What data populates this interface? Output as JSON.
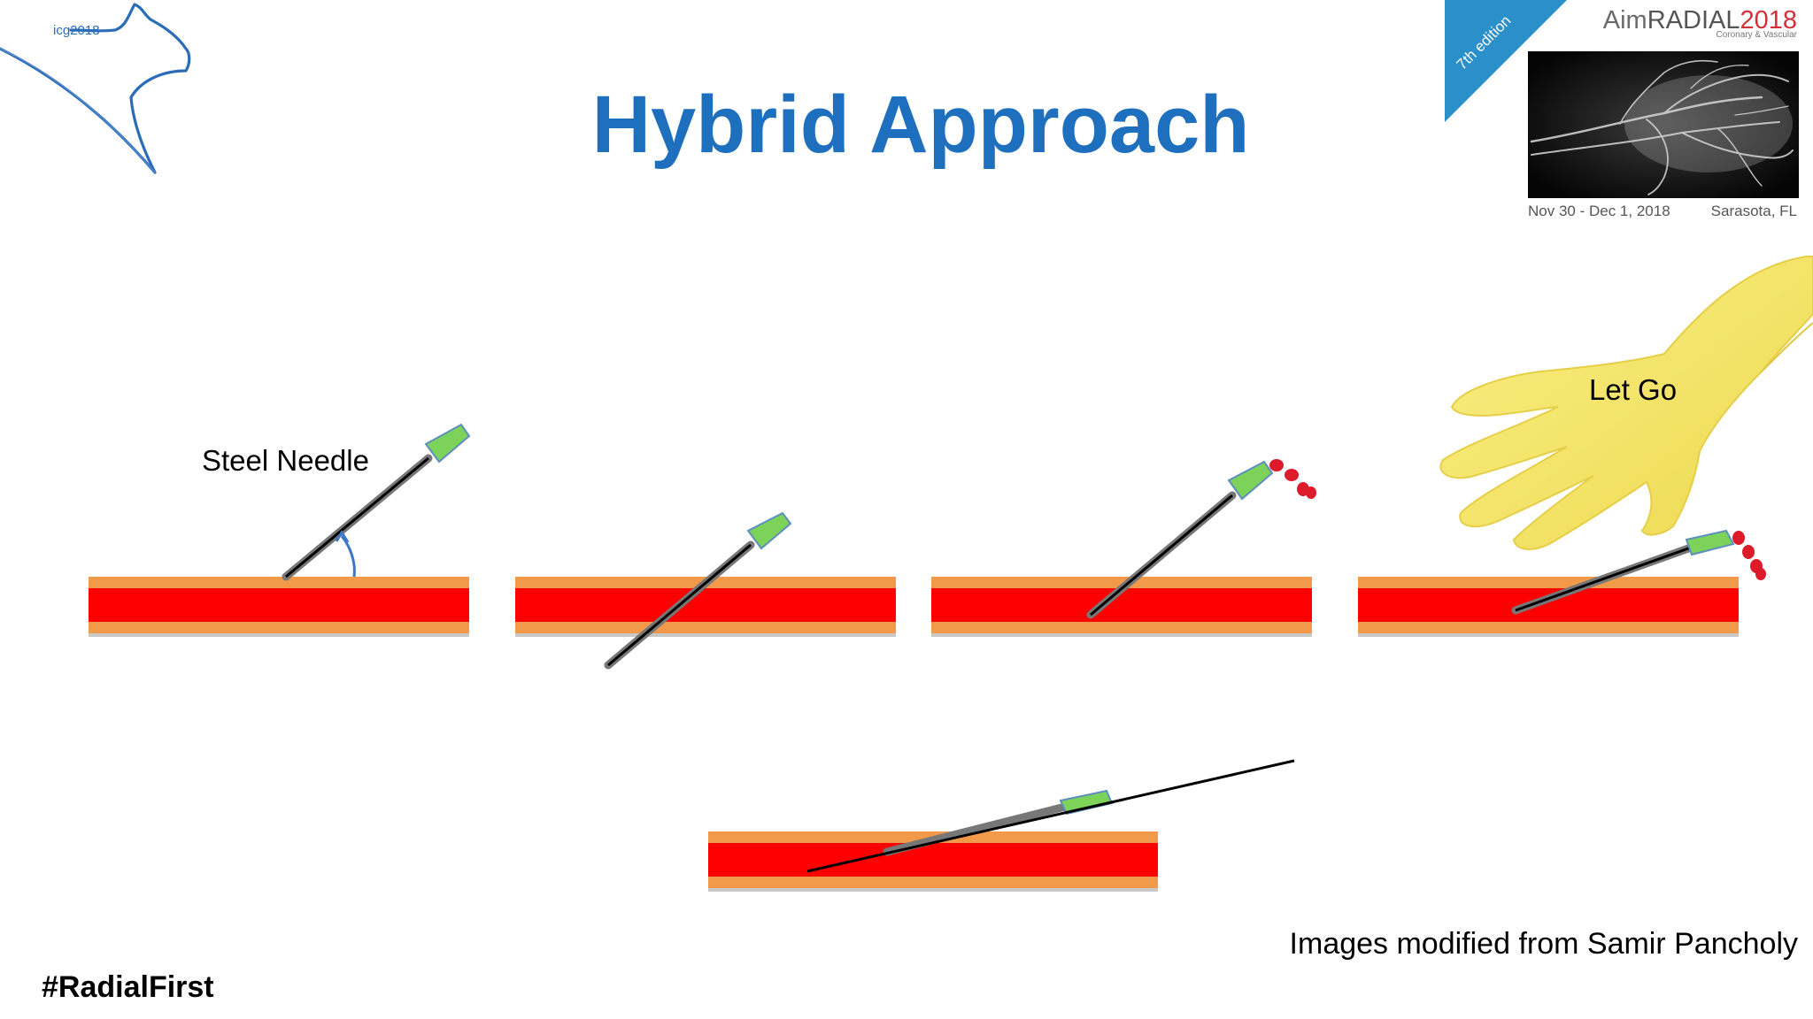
{
  "slide": {
    "title": "Hybrid Approach",
    "hashtag": "#RadialFirst",
    "credit": "Images modified from Samir Pancholy",
    "colors": {
      "title": "#1f6fbf",
      "artery_lumen": "#ff0000",
      "artery_wall": "#f39a4a",
      "needle_hub": "#7dd35a",
      "blood_drops": "#dd1b2a",
      "glove": "#f6e66e"
    }
  },
  "logo_left": {
    "text": "icg2018",
    "icon": "cougar-head-outline-icon"
  },
  "logo_right": {
    "banner": "7th edition",
    "brand_aim": "Aim",
    "brand_radial": "RADIAL",
    "brand_year": "2018",
    "subtitle": "Coronary & Vascular",
    "date": "Nov 30 - Dec 1, 2018",
    "location": "Sarasota, FL",
    "image_icon": "hand-angiogram-icon"
  },
  "diagram": {
    "label_needle": "Steel Needle",
    "label_letgo": "Let Go",
    "steps": [
      "puncture-angle",
      "through-and-through",
      "withdraw-flashback",
      "let-go-flatten",
      "wire-advance"
    ]
  }
}
